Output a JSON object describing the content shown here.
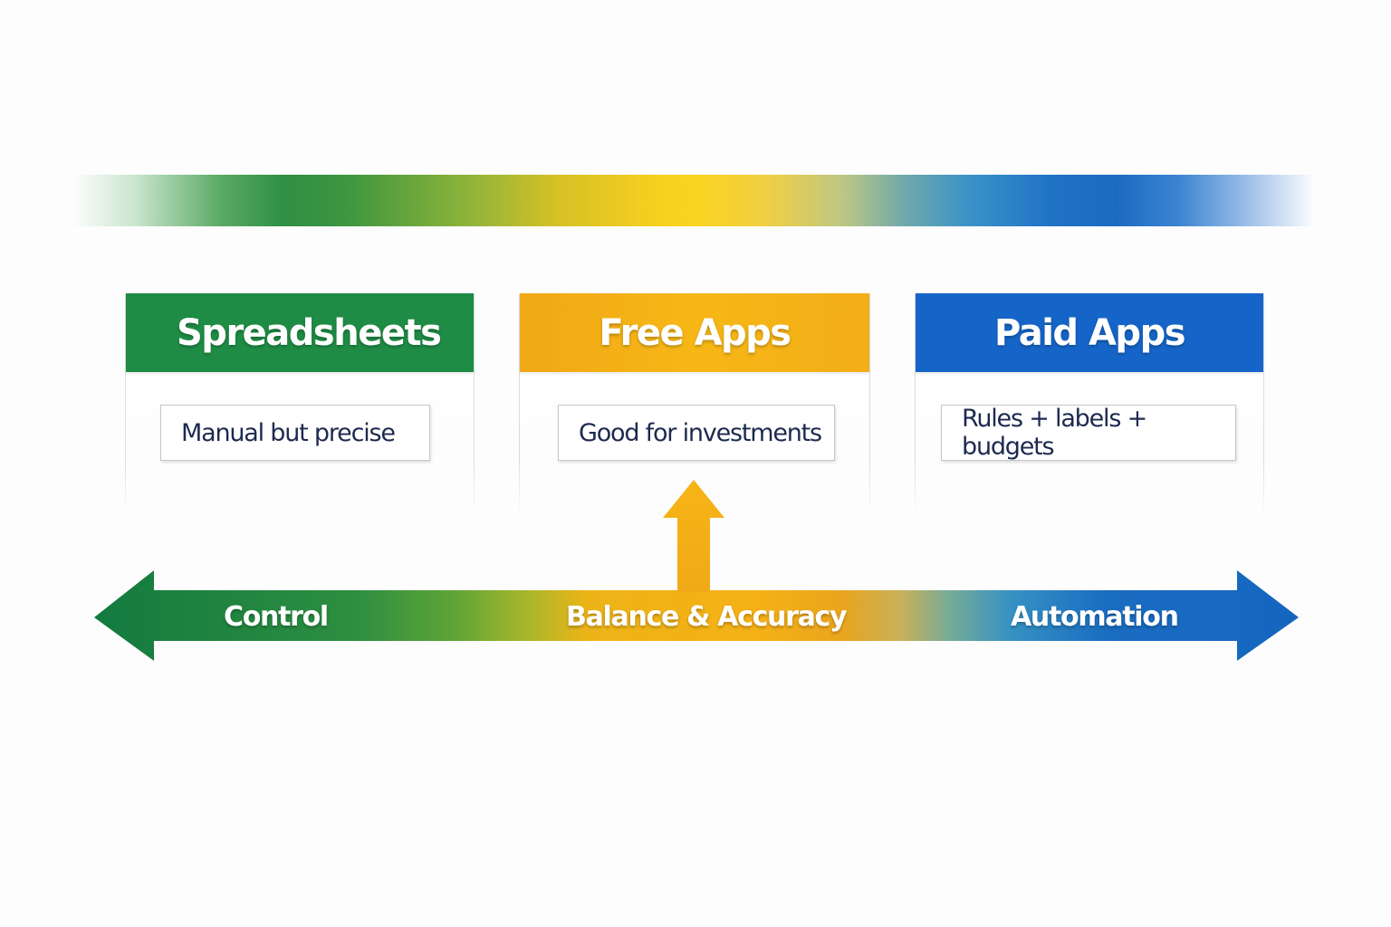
{
  "spectrum": {
    "colors": [
      "#2f8f45",
      "#fad41e",
      "#1b6bc2"
    ]
  },
  "cards": [
    {
      "title": "Spreadsheets",
      "note": "Manual but precise",
      "color": "#1f8c45"
    },
    {
      "title": "Free Apps",
      "note": "Good for investments",
      "color": "#f5b216"
    },
    {
      "title": "Paid Apps",
      "note": "Rules + labels + budgets",
      "color": "#1565c8"
    }
  ],
  "axis": {
    "left_label": "Control",
    "center_label": "Balance & Accuracy",
    "right_label": "Automation",
    "left_color": "#17803f",
    "center_color": "#f3ab17",
    "right_color": "#1565c0"
  },
  "pointer": {
    "target": "Free Apps",
    "color": "#f3ae17"
  }
}
